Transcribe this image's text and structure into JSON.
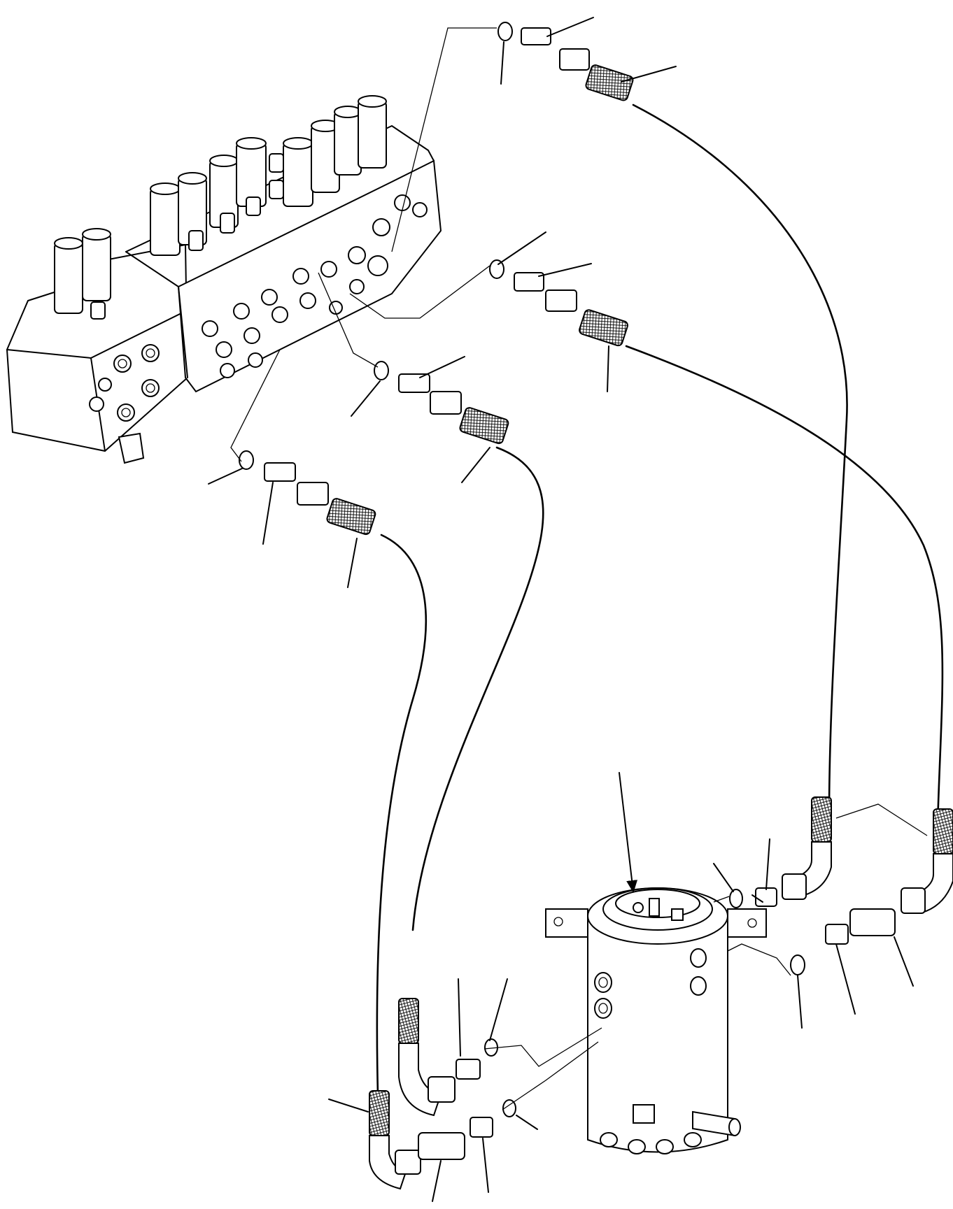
{
  "figure": {
    "kind": "exploded hydraulic parts diagram",
    "text_labels": [],
    "colors": {
      "line": "#000000",
      "background": "#ffffff"
    }
  },
  "assemblies": [
    {
      "id": "control-valve",
      "icon": "multi-spool-control-valve"
    },
    {
      "id": "swivel-joint",
      "icon": "center-swivel-joint"
    }
  ],
  "hose_lines": [
    {
      "id": "hose-1",
      "parts": [
        "o-ring",
        "adapter",
        "hose-end-fitting",
        "hose"
      ]
    },
    {
      "id": "hose-2",
      "parts": [
        "o-ring",
        "adapter",
        "hose-end-fitting",
        "hose"
      ]
    },
    {
      "id": "hose-3",
      "parts": [
        "o-ring",
        "adapter",
        "hose-end-fitting",
        "hose"
      ]
    },
    {
      "id": "hose-4",
      "parts": [
        "o-ring",
        "adapter",
        "hose-end-fitting",
        "hose"
      ]
    }
  ],
  "swivel_connections": [
    {
      "id": "conn-a",
      "parts": [
        "o-ring",
        "adapter",
        "elbow-fitting"
      ]
    },
    {
      "id": "conn-b",
      "parts": [
        "o-ring",
        "adapter",
        "coupling",
        "elbow-fitting"
      ]
    },
    {
      "id": "conn-c",
      "parts": [
        "o-ring",
        "adapter",
        "elbow-fitting"
      ]
    },
    {
      "id": "conn-d",
      "parts": [
        "o-ring",
        "adapter",
        "coupling",
        "elbow-fitting"
      ]
    }
  ],
  "callouts": {
    "leader_count": 26,
    "numbers_printed": false
  }
}
